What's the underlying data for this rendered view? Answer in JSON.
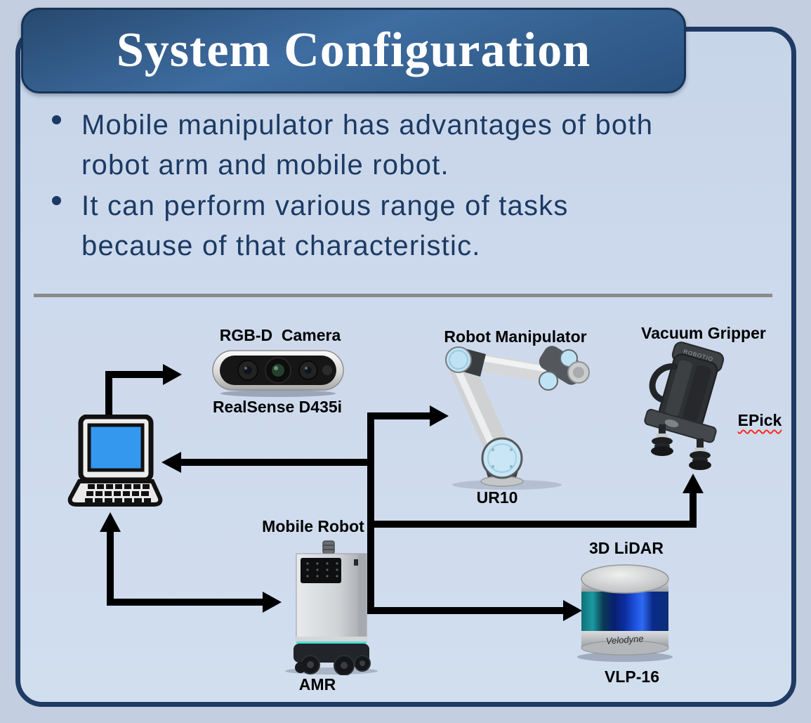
{
  "slide": {
    "title": "System Configuration",
    "bullets": [
      {
        "lines": [
          "Mobile manipulator has advantages of both",
          "robot arm and mobile robot."
        ]
      },
      {
        "lines": [
          "It can perform various range of tasks",
          "because of that characteristic."
        ]
      }
    ]
  },
  "diagram": {
    "camera": {
      "label": "RGB-D  Camera",
      "model": "RealSense D435i"
    },
    "manipulator": {
      "label": "Robot Manipulator",
      "model": "UR10"
    },
    "gripper": {
      "label": "Vacuum Gripper",
      "model": "EPick",
      "brand": "ROBOTIQ"
    },
    "mobile_robot": {
      "label": "Mobile Robot",
      "model": "AMR"
    },
    "lidar": {
      "label": "3D LiDAR",
      "model": "VLP-16",
      "brand": "Velodyne"
    }
  },
  "colors": {
    "panel_border": "#1f3a63",
    "title_text": "#ffffff",
    "body_text": "#1b3a63",
    "arrow": "#000000",
    "laptop_screen": "#3498ef",
    "lidar_band_blue": "#1d52e0",
    "epick_underline": "#ff2a1a"
  }
}
